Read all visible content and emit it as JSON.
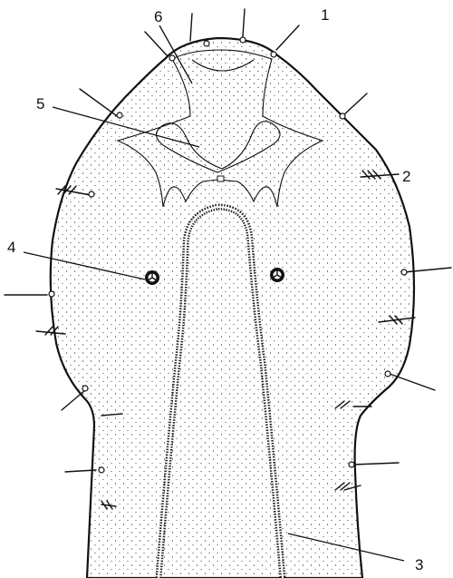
{
  "figure": {
    "labels": {
      "l1": "1",
      "l2": "2",
      "l3": "3",
      "l4": "4",
      "l5": "5",
      "l6": "6"
    },
    "colors": {
      "ink": "#111111",
      "background": "#ffffff"
    }
  }
}
